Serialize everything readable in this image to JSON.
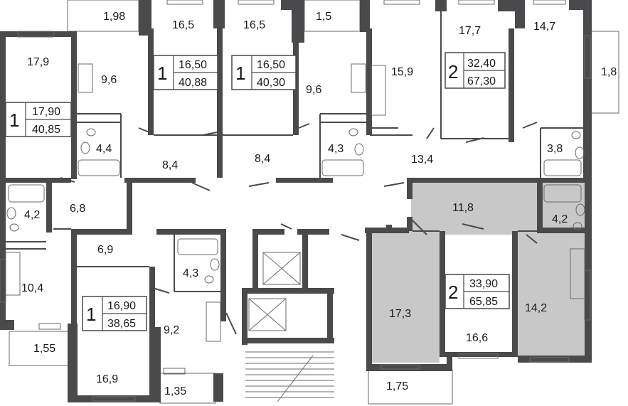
{
  "colors": {
    "wall": "#4a4a4c",
    "selected_apartment": "#c8c8c8",
    "background": "#ffffff",
    "text": "#1a1a1a"
  },
  "rooms": [
    {
      "id": "r1",
      "label": "1,98"
    },
    {
      "id": "r2",
      "label": "16,5"
    },
    {
      "id": "r3",
      "label": "16,5"
    },
    {
      "id": "r4",
      "label": "1,5"
    },
    {
      "id": "r5",
      "label": "17,7"
    },
    {
      "id": "r6",
      "label": "14,7"
    },
    {
      "id": "r7",
      "label": "17,9"
    },
    {
      "id": "r8",
      "label": "9,6"
    },
    {
      "id": "r9",
      "label": "9,6"
    },
    {
      "id": "r10",
      "label": "15,9"
    },
    {
      "id": "r11",
      "label": "1,8"
    },
    {
      "id": "r12",
      "label": "4,4"
    },
    {
      "id": "r13",
      "label": "8,4"
    },
    {
      "id": "r14",
      "label": "8,4"
    },
    {
      "id": "r15",
      "label": "4,3"
    },
    {
      "id": "r16",
      "label": "13,4"
    },
    {
      "id": "r17",
      "label": "3,8"
    },
    {
      "id": "r18",
      "label": "4,2"
    },
    {
      "id": "r19",
      "label": "6,8"
    },
    {
      "id": "r20",
      "label": "11,8"
    },
    {
      "id": "r21",
      "label": "4,2"
    },
    {
      "id": "r22",
      "label": "6,9"
    },
    {
      "id": "r23",
      "label": "4,3"
    },
    {
      "id": "r24",
      "label": "10,4"
    },
    {
      "id": "r25",
      "label": "9,2"
    },
    {
      "id": "r26",
      "label": "17,3"
    },
    {
      "id": "r27",
      "label": "14,2"
    },
    {
      "id": "r28",
      "label": "16,6"
    },
    {
      "id": "r29",
      "label": "1,55"
    },
    {
      "id": "r30",
      "label": "16,9"
    },
    {
      "id": "r31",
      "label": "1,35"
    },
    {
      "id": "r32",
      "label": "1,75"
    }
  ],
  "apartments": [
    {
      "id": "a1",
      "rooms": "1",
      "living_area": "17,90",
      "total_area": "40,85"
    },
    {
      "id": "a2",
      "rooms": "1",
      "living_area": "16,50",
      "total_area": "40,88"
    },
    {
      "id": "a3",
      "rooms": "1",
      "living_area": "16,50",
      "total_area": "40,30"
    },
    {
      "id": "a4",
      "rooms": "2",
      "living_area": "32,40",
      "total_area": "67,30"
    },
    {
      "id": "a5",
      "rooms": "1",
      "living_area": "16,90",
      "total_area": "38,65"
    },
    {
      "id": "a6",
      "rooms": "2",
      "living_area": "33,90",
      "total_area": "65,85"
    }
  ],
  "icons": [
    "elevator-icon",
    "stairs-icon",
    "bathtub-icon",
    "toilet-icon",
    "sink-icon",
    "stove-icon"
  ]
}
